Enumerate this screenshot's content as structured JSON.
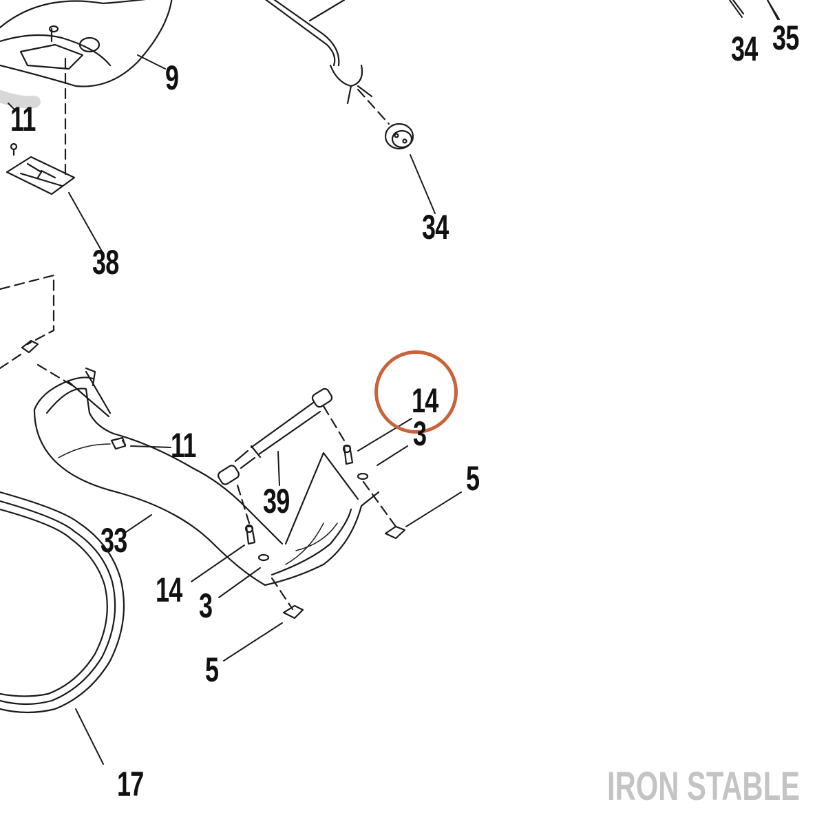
{
  "diagram": {
    "callouts": [
      {
        "id": "c9",
        "label": "9"
      },
      {
        "id": "c11a",
        "label": "11"
      },
      {
        "id": "c38",
        "label": "38"
      },
      {
        "id": "c34a",
        "label": "34"
      },
      {
        "id": "c34b",
        "label": "34"
      },
      {
        "id": "c35",
        "label": "35"
      },
      {
        "id": "c14a",
        "label": "14"
      },
      {
        "id": "c3a",
        "label": "3"
      },
      {
        "id": "c5a",
        "label": "5"
      },
      {
        "id": "c11b",
        "label": "11"
      },
      {
        "id": "c39",
        "label": "39"
      },
      {
        "id": "c33",
        "label": "33"
      },
      {
        "id": "c14b",
        "label": "14"
      },
      {
        "id": "c3b",
        "label": "3"
      },
      {
        "id": "c5b",
        "label": "5"
      },
      {
        "id": "c17",
        "label": "17"
      }
    ],
    "highlight": {
      "target": "14",
      "color": "#c8633c"
    }
  },
  "watermark": {
    "text": "IRON STABLE",
    "color": "#c4c4c4"
  }
}
